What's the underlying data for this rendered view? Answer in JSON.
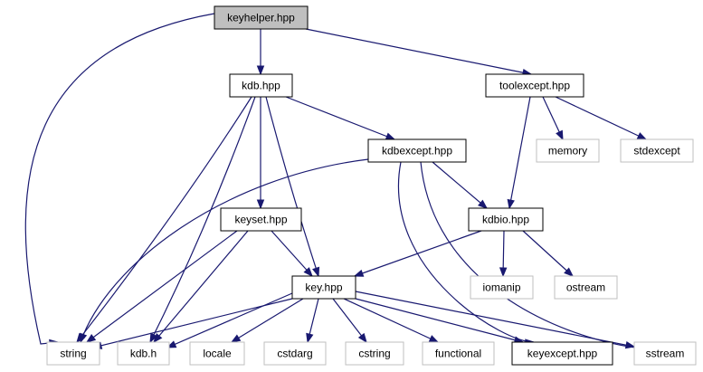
{
  "diagram": {
    "type": "include dependency graph",
    "colors": {
      "edge": "#191970",
      "root_fill": "#bfbfbf",
      "internal_border": "#000000",
      "external_border": "#bfbfbf",
      "external_text": "#000000"
    },
    "nodes": {
      "keyhelper": {
        "label": "keyhelper.hpp",
        "kind": "root"
      },
      "kdb": {
        "label": "kdb.hpp",
        "kind": "internal"
      },
      "toolexcept": {
        "label": "toolexcept.hpp",
        "kind": "internal"
      },
      "kdbexcept": {
        "label": "kdbexcept.hpp",
        "kind": "internal"
      },
      "memory": {
        "label": "memory",
        "kind": "external"
      },
      "stdexcept": {
        "label": "stdexcept",
        "kind": "external"
      },
      "keyset": {
        "label": "keyset.hpp",
        "kind": "internal"
      },
      "kdbio": {
        "label": "kdbio.hpp",
        "kind": "internal"
      },
      "key": {
        "label": "key.hpp",
        "kind": "internal"
      },
      "iomanip": {
        "label": "iomanip",
        "kind": "external"
      },
      "ostream": {
        "label": "ostream",
        "kind": "external"
      },
      "string": {
        "label": "string",
        "kind": "external"
      },
      "kdbh": {
        "label": "kdb.h",
        "kind": "external"
      },
      "locale": {
        "label": "locale",
        "kind": "external"
      },
      "cstdarg": {
        "label": "cstdarg",
        "kind": "external"
      },
      "cstring": {
        "label": "cstring",
        "kind": "external"
      },
      "functional": {
        "label": "functional",
        "kind": "external"
      },
      "keyexcept": {
        "label": "keyexcept.hpp",
        "kind": "internal"
      },
      "sstream": {
        "label": "sstream",
        "kind": "external"
      }
    },
    "edges": [
      [
        "keyhelper",
        "kdb"
      ],
      [
        "keyhelper",
        "toolexcept"
      ],
      [
        "keyhelper",
        "string"
      ],
      [
        "kdb",
        "kdbexcept"
      ],
      [
        "kdb",
        "keyset"
      ],
      [
        "kdb",
        "key"
      ],
      [
        "kdb",
        "string"
      ],
      [
        "kdb",
        "kdbh"
      ],
      [
        "toolexcept",
        "memory"
      ],
      [
        "toolexcept",
        "stdexcept"
      ],
      [
        "toolexcept",
        "kdbio"
      ],
      [
        "kdbexcept",
        "string"
      ],
      [
        "kdbexcept",
        "kdbio"
      ],
      [
        "kdbexcept",
        "keyexcept"
      ],
      [
        "kdbexcept",
        "sstream"
      ],
      [
        "keyset",
        "key"
      ],
      [
        "keyset",
        "string"
      ],
      [
        "keyset",
        "kdbh"
      ],
      [
        "kdbio",
        "key"
      ],
      [
        "kdbio",
        "iomanip"
      ],
      [
        "kdbio",
        "ostream"
      ],
      [
        "key",
        "string"
      ],
      [
        "key",
        "kdbh"
      ],
      [
        "key",
        "locale"
      ],
      [
        "key",
        "cstdarg"
      ],
      [
        "key",
        "cstring"
      ],
      [
        "key",
        "functional"
      ],
      [
        "key",
        "keyexcept"
      ],
      [
        "key",
        "sstream"
      ]
    ]
  }
}
